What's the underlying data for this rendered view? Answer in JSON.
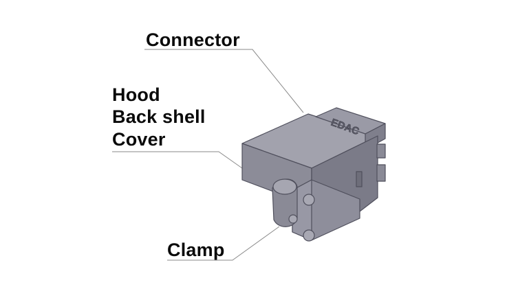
{
  "labels": {
    "connector": "Connector",
    "hood": "Hood",
    "back_shell": "Back shell",
    "cover": "Cover",
    "clamp": "Clamp"
  },
  "part_marking": "EDAC",
  "colors": {
    "background": "#ffffff",
    "label_text": "#0a0a0a",
    "leader_line": "#8a8a8a",
    "body_top": "#a2a2ad",
    "body_front": "#8c8c98",
    "body_side": "#7b7b88",
    "edge": "#4f4f5c"
  }
}
